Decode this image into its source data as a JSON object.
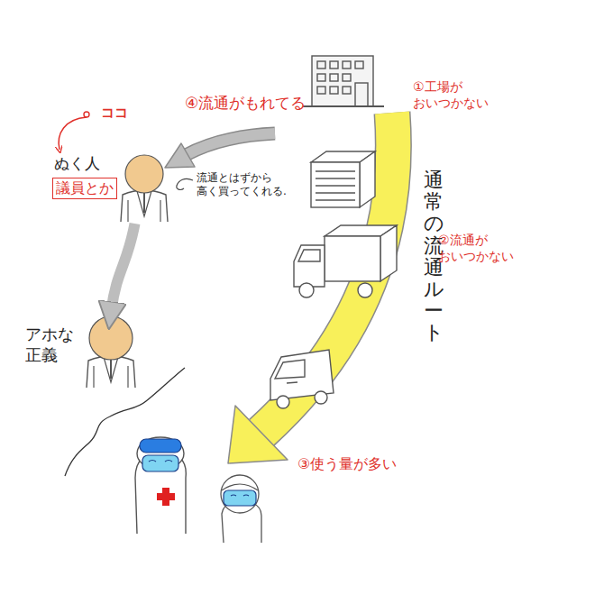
{
  "diagram": {
    "nodes": [
      {
        "text": [
          "ぬく人",
          "議員とか"
        ]
      },
      {
        "text": [
          "アホな 正義"
        ]
      }
    ],
    "edges": [
      {
        "from": 0,
        "to": 1,
        "arrow": "to"
      }
    ],
    "labels": [
      "ココ",
      "④流通がもれてる",
      "流通とはずから 高く買ってくれる.",
      "①工場が おいつかない",
      "通常の流通ルート",
      "②流通が おいつかない",
      "③使う量が多い"
    ]
  }
}
